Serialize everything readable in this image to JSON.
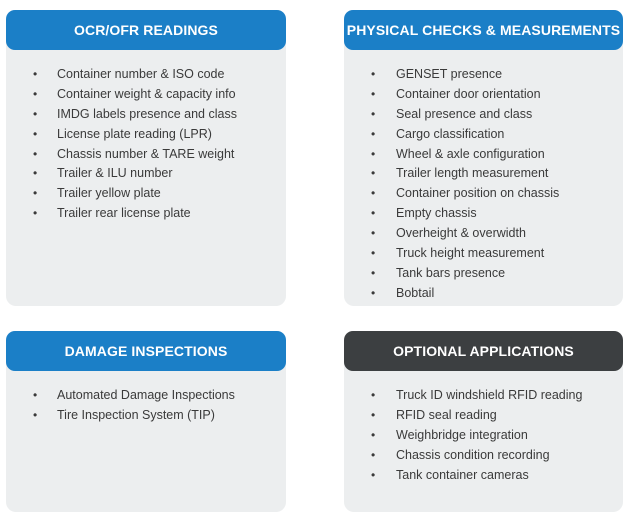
{
  "bullet_char": "•",
  "colors": {
    "header_blue": "#1b7fc7",
    "header_dark": "#3c3f41",
    "card_background": "#eceeef",
    "text": "#3a3a3a"
  },
  "ocr": {
    "title": "OCR/OFR READINGS",
    "items": [
      "Container number & ISO code",
      "Container weight & capacity info",
      "IMDG labels presence and class",
      "License plate reading (LPR)",
      "Chassis number & TARE weight",
      "Trailer & ILU number",
      "Trailer yellow plate",
      "Trailer rear license plate"
    ]
  },
  "physical": {
    "title": "PHYSICAL CHECKS & MEASUREMENTS",
    "items": [
      "GENSET presence",
      "Container door orientation",
      "Seal presence and class",
      "Cargo classification",
      "Wheel & axle configuration",
      "Trailer length measurement",
      "Container position on chassis",
      "Empty chassis",
      "Overheight & overwidth",
      "Truck height measurement",
      "Tank bars presence",
      "Bobtail"
    ]
  },
  "damage": {
    "title": "DAMAGE INSPECTIONS",
    "items": [
      "Automated Damage Inspections",
      "Tire Inspection System (TIP)"
    ]
  },
  "optional": {
    "title": "OPTIONAL APPLICATIONS",
    "items": [
      "Truck ID windshield RFID reading",
      "RFID seal reading",
      "Weighbridge integration",
      "Chassis condition recording",
      "Tank container cameras"
    ]
  }
}
